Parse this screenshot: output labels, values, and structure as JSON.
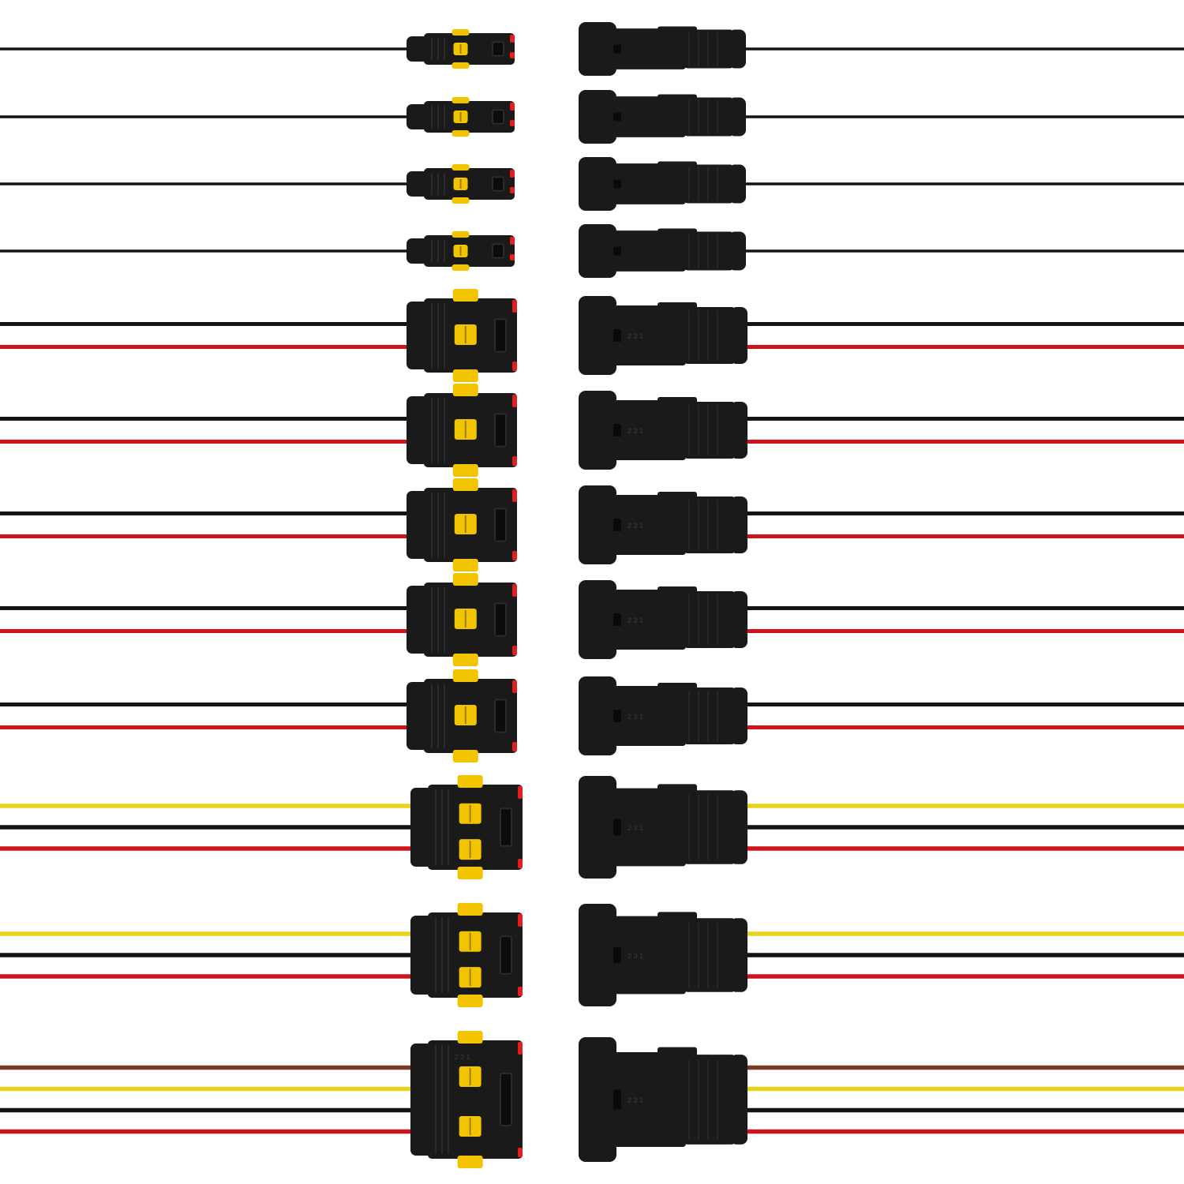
{
  "image": {
    "subject": "waterproof-wire-connector-kit",
    "background": "#ffffff"
  },
  "palette": {
    "black": "#141414",
    "red": "#d0141c",
    "yellow": "#e8d21c",
    "brown": "#7a3a24",
    "housing": "#1a1a1a",
    "housing_light": "#2a2a2a",
    "seal": "#f2c400",
    "latch_red": "#e02020"
  },
  "rows": [
    {
      "pins": 1,
      "wires": [
        "black"
      ]
    },
    {
      "pins": 1,
      "wires": [
        "black"
      ]
    },
    {
      "pins": 1,
      "wires": [
        "black"
      ]
    },
    {
      "pins": 1,
      "wires": [
        "black"
      ]
    },
    {
      "pins": 2,
      "wires": [
        "black",
        "red"
      ]
    },
    {
      "pins": 2,
      "wires": [
        "black",
        "red"
      ]
    },
    {
      "pins": 2,
      "wires": [
        "black",
        "red"
      ]
    },
    {
      "pins": 2,
      "wires": [
        "black",
        "red"
      ]
    },
    {
      "pins": 2,
      "wires": [
        "black",
        "red"
      ]
    },
    {
      "pins": 3,
      "wires": [
        "yellow",
        "black",
        "red"
      ]
    },
    {
      "pins": 3,
      "wires": [
        "yellow",
        "black",
        "red"
      ]
    },
    {
      "pins": 4,
      "wires": [
        "brown",
        "yellow",
        "black",
        "red"
      ]
    }
  ],
  "molded_text": "2 3 1"
}
